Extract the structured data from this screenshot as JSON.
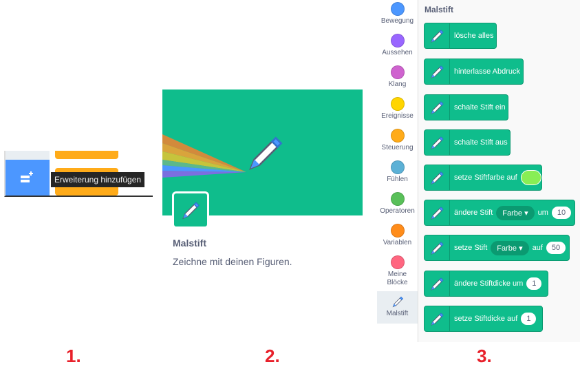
{
  "step1": {
    "tooltip": "Erweiterung hinzufügen",
    "icon": "add-extension-icon"
  },
  "step2": {
    "title": "Malstift",
    "description": "Zeichne mit deinen Figuren."
  },
  "step3": {
    "title": "Malstift",
    "categories": [
      {
        "label": "Bewegung",
        "color": "#4c97ff"
      },
      {
        "label": "Aussehen",
        "color": "#9966ff"
      },
      {
        "label": "Klang",
        "color": "#cf63cf"
      },
      {
        "label": "Ereignisse",
        "color": "#ffd500"
      },
      {
        "label": "Steuerung",
        "color": "#ffab19"
      },
      {
        "label": "Fühlen",
        "color": "#5cb1d6"
      },
      {
        "label": "Operatoren",
        "color": "#59c059"
      },
      {
        "label": "Variablen",
        "color": "#ff8c1a"
      },
      {
        "label": "Meine Blöcke",
        "color": "#ff6680"
      },
      {
        "label": "Malstift",
        "color": "pen-icon"
      }
    ],
    "blocks": [
      {
        "text": "lösche alles"
      },
      {
        "text": "hinterlasse Abdruck"
      },
      {
        "text": "schalte Stift ein"
      },
      {
        "text": "schalte Stift aus"
      },
      {
        "text": "setze Stiftfarbe auf",
        "swatch": "#88ee55"
      },
      {
        "text": "ändere Stift",
        "dropdown": "Farbe",
        "mid": "um",
        "value": "10"
      },
      {
        "text": "setze Stift",
        "dropdown": "Farbe",
        "mid": "auf",
        "value": "50"
      },
      {
        "text": "ändere Stiftdicke um",
        "value": "1"
      },
      {
        "text": "setze Stiftdicke auf",
        "value": "1"
      }
    ]
  },
  "labels": [
    "1.",
    "2.",
    "3."
  ]
}
